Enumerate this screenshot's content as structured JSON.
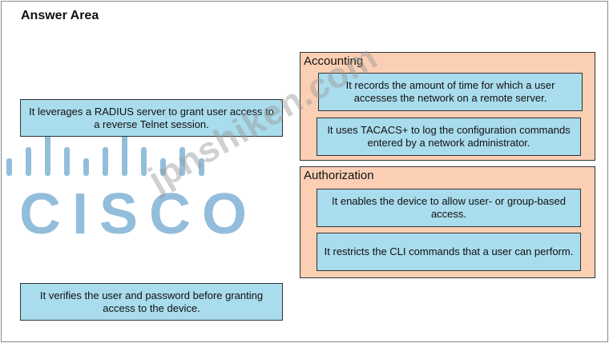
{
  "answer_area": {
    "title": "Answer Area"
  },
  "left_items": [
    "It leverages a RADIUS server to grant user access to a reverse Telnet session.",
    "It verifies the user and password before granting access to the device."
  ],
  "groups": {
    "accounting": {
      "label": "Accounting",
      "items": [
        "It records the amount of time for which a user accesses the network on a remote server.",
        "It uses TACACS+ to log the configuration commands entered by a network administrator."
      ]
    },
    "authorization": {
      "label": "Authorization",
      "items": [
        "It enables the device to allow user- or group-based access.",
        "It restricts the CLI commands that a user can perform."
      ]
    }
  },
  "watermark": {
    "logo_text": "CISCO",
    "text": "jpnshiken.com",
    "color": "#7fb3d5"
  }
}
